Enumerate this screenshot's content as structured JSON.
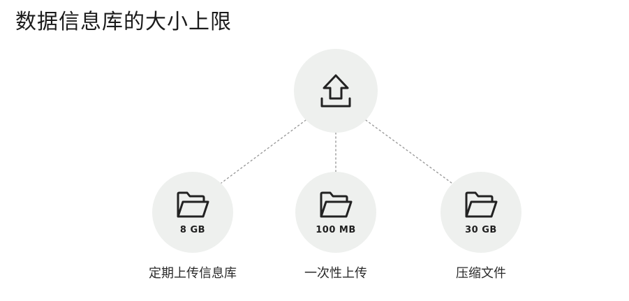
{
  "title": "数据信息库的大小上限",
  "root": {
    "icon": "upload-icon"
  },
  "items": [
    {
      "size": "8 GB",
      "label": "定期上传信息库",
      "icon": "folder-icon"
    },
    {
      "size": "100 MB",
      "label": "一次性上传",
      "icon": "folder-icon"
    },
    {
      "size": "30 GB",
      "label": "压缩文件",
      "icon": "folder-icon"
    }
  ],
  "colors": {
    "circle_fill": "#eef0ee",
    "connector": "#9a9a9a",
    "icon_stroke": "#222222"
  }
}
